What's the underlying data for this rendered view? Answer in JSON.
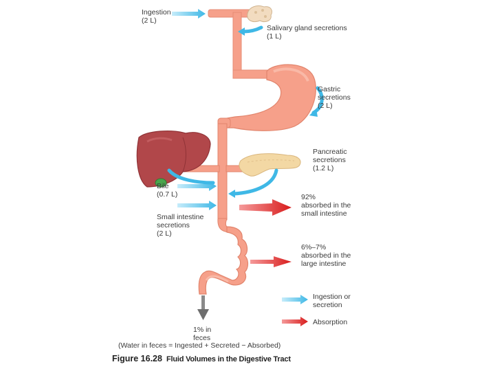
{
  "labels": {
    "ingestion": "Ingestion\n(2 L)",
    "salivary": "Salivary gland secretions\n(1 L)",
    "gastric": "Gastric\nsecretions\n(2 L)",
    "pancreatic": "Pancreatic\nsecretions\n(1.2 L)",
    "bile": "Bile\n(0.7 L)",
    "small_int_secretions": "Small intestine\nsecretions\n(2 L)",
    "absorbed_small": "92%\nabsorbed in the\nsmall intestine",
    "absorbed_large": "6%–7%\nabsorbed in the\nlarge intestine",
    "feces": "1% in\nfeces",
    "formula": "(Water in feces = Ingested + Secreted − Absorbed)"
  },
  "legend": {
    "ingestion_secretion": "Ingestion or\nsecretion",
    "absorption": "Absorption"
  },
  "caption": {
    "figure": "Figure 16.28",
    "title": "Fluid Volumes in the Digestive Tract"
  },
  "colors": {
    "tract": "#f6a590",
    "liver": "#b5484a",
    "pancreas": "#f3d9a6",
    "secretion_arrow": "#55c3ea",
    "absorption_arrow": "#e02424",
    "feces_arrow": "#7d7d7d"
  }
}
